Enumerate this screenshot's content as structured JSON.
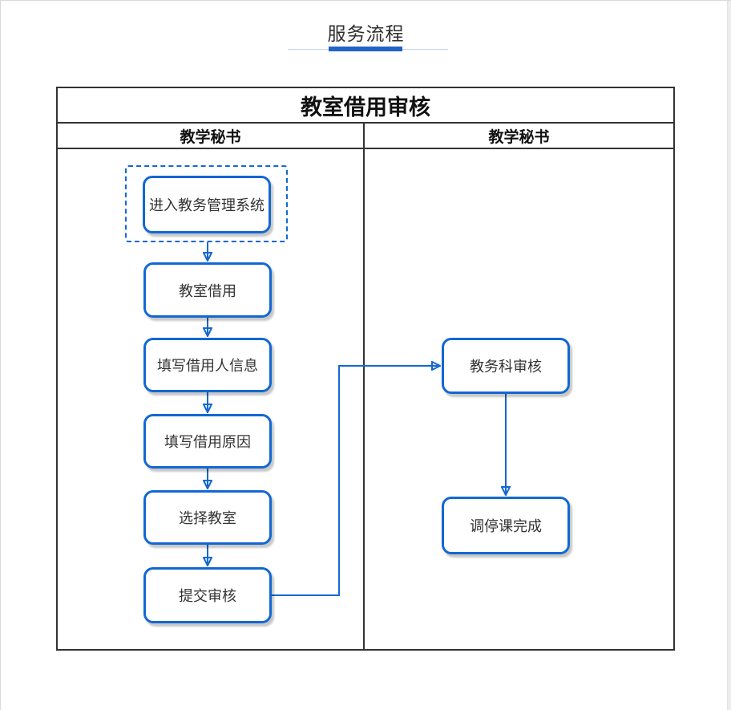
{
  "page_title": "服务流程",
  "diagram": {
    "title": "教室借用审核",
    "lanes": [
      {
        "label": "教学秘书"
      },
      {
        "label": "教学秘书"
      }
    ],
    "nodes": [
      {
        "id": "enter-system",
        "label": "进入教务管理系统",
        "lane": 0,
        "highlighted": true
      },
      {
        "id": "classroom-borrow",
        "label": "教室借用",
        "lane": 0
      },
      {
        "id": "fill-borrower-info",
        "label": "填写借用人信息",
        "lane": 0
      },
      {
        "id": "fill-borrow-reason",
        "label": "填写借用原因",
        "lane": 0
      },
      {
        "id": "select-classroom",
        "label": "选择教室",
        "lane": 0
      },
      {
        "id": "submit-review",
        "label": "提交审核",
        "lane": 0
      },
      {
        "id": "academic-office-review",
        "label": "教务科审核",
        "lane": 1
      },
      {
        "id": "adjust-class-done",
        "label": "调停课完成",
        "lane": 1
      }
    ],
    "edges": [
      {
        "from": "enter-system",
        "to": "classroom-borrow"
      },
      {
        "from": "classroom-borrow",
        "to": "fill-borrower-info"
      },
      {
        "from": "fill-borrower-info",
        "to": "fill-borrow-reason"
      },
      {
        "from": "fill-borrow-reason",
        "to": "select-classroom"
      },
      {
        "from": "select-classroom",
        "to": "submit-review"
      },
      {
        "from": "submit-review",
        "to": "academic-office-review"
      },
      {
        "from": "academic-office-review",
        "to": "adjust-class-done"
      }
    ],
    "colors": {
      "accent": "#1268d2",
      "accent_bar": "#2263c7",
      "underline_light": "#c5d7ee",
      "frame_border": "#333333",
      "text": "#333333"
    }
  }
}
